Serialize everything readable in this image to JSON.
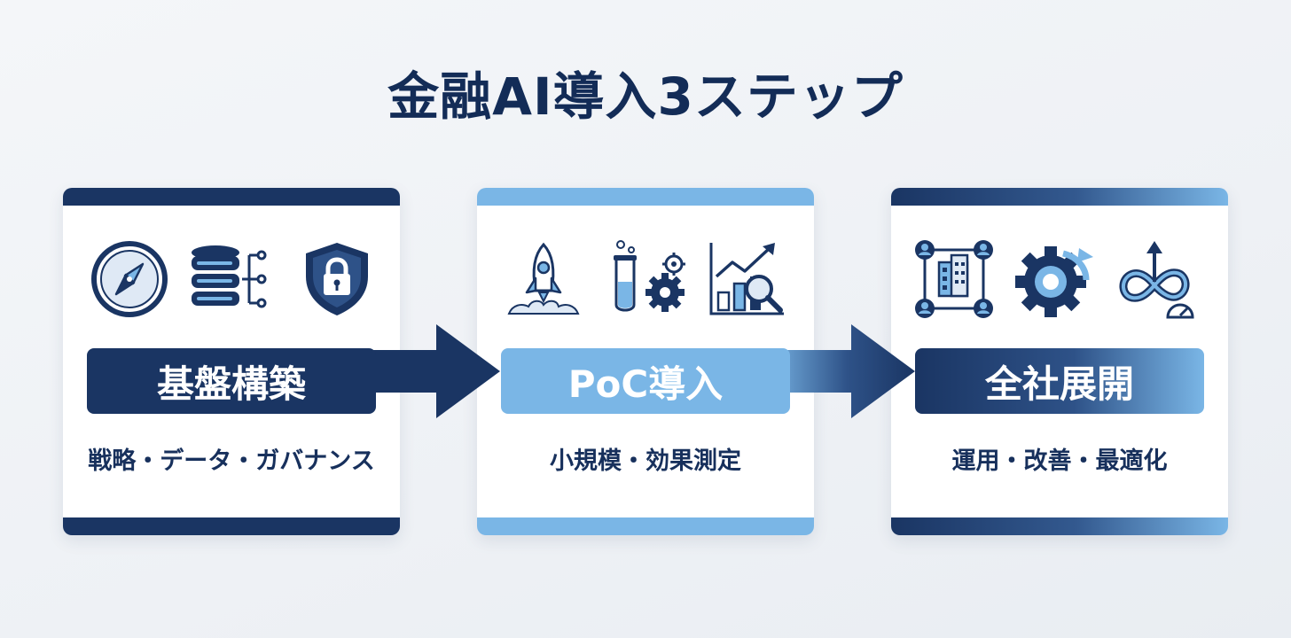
{
  "title": "金融AI導入3ステップ",
  "colors": {
    "navy": "#1a3563",
    "light_blue": "#7ab6e6",
    "text": "#17305c"
  },
  "steps": [
    {
      "label": "基盤構築",
      "description": "戦略・データ・ガバナンス",
      "icons": [
        "compass-icon",
        "database-network-icon",
        "shield-lock-icon"
      ]
    },
    {
      "label": "PoC導入",
      "description": "小規模・効果測定",
      "icons": [
        "rocket-icon",
        "test-tube-gear-icon",
        "chart-magnifier-icon"
      ]
    },
    {
      "label": "全社展開",
      "description": "運用・改善・最適化",
      "icons": [
        "org-network-icon",
        "gear-cycle-icon",
        "infinity-gauge-icon"
      ]
    }
  ]
}
